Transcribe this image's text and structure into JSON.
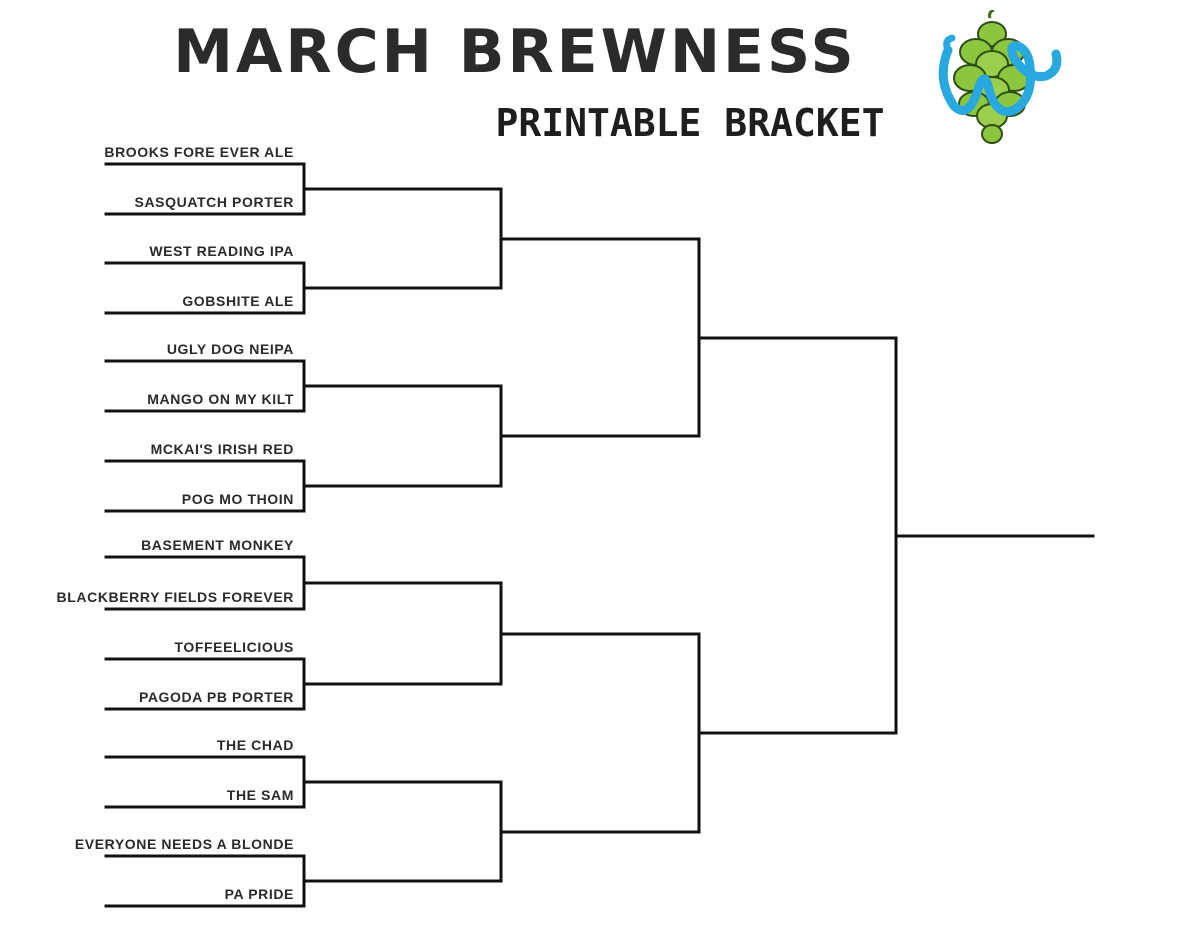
{
  "header": {
    "title": "MARCH BREWNESS",
    "subtitle": "PRINTABLE BRACKET",
    "logo_letter": "w",
    "logo_icon": "hop-cone-icon",
    "colors": {
      "hop_green": "#8cc63f",
      "hop_dark_green": "#3d6b1f",
      "logo_blue": "#29a8e0"
    }
  },
  "bracket": {
    "teams": [
      "BROOKS FORE EVER ALE",
      "SASQUATCH PORTER",
      "WEST READING IPA",
      "GOBSHITE ALE",
      "UGLY DOG NEIPA",
      "MANGO ON MY KILT",
      "MCKAI'S IRISH RED",
      "POG MO THOIN",
      "BASEMENT MONKEY",
      "BLACKBERRY FIELDS FOREVER",
      "TOFFEELICIOUS",
      "PAGODA PB PORTER",
      "THE CHAD",
      "THE SAM",
      "EVERYONE NEEDS A BLONDE",
      "PA PRIDE"
    ]
  }
}
